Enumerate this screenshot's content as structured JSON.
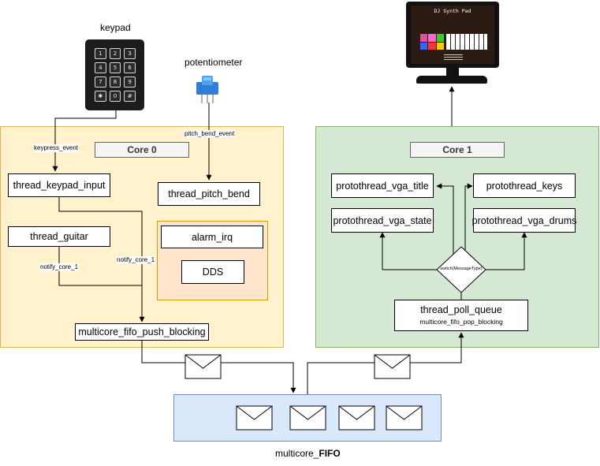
{
  "devices": {
    "keypad_label": "keypad",
    "keypad_keys": [
      "1",
      "2",
      "3",
      "4",
      "5",
      "6",
      "7",
      "8",
      "9",
      "✱",
      "0",
      "#"
    ],
    "potentiometer_label": "potentiometer",
    "monitor": {
      "title": "DJ Synth Pad",
      "colors": [
        "#e84d9a",
        "#ff66cc",
        "#33cc33",
        "#3366ff",
        "#ff3333",
        "#ffcc00"
      ]
    }
  },
  "core0": {
    "label": "Core 0",
    "keypress_event": "keypress_event",
    "pitch_bend_event": "pitch_bend_event",
    "thread_keypad_input": "thread_keypad_input",
    "thread_pitch_bend": "thread_pitch_bend",
    "thread_guitar": "thread_guitar",
    "alarm_irq": "alarm_irq",
    "dds": "DDS",
    "notify_core_1_a": "notify_core_1",
    "notify_core_1_b": "notify_core_1",
    "push": "multicore_fifo_push_blocking"
  },
  "core1": {
    "label": "Core 1",
    "vga_title": "protothread_vga_title",
    "keys": "protothread_keys",
    "vga_state": "protothread_vga_state",
    "vga_drums": "protothread_vga_drums",
    "switch": "switch(MessageType)",
    "poll_queue": "thread_poll_queue",
    "pop": "multicore_fifo_pop_blocking"
  },
  "fifo": {
    "label_prefix": "multicore_",
    "label_bold": "FIFO"
  },
  "colors": {
    "core0_fill": "#fff2cc",
    "core0_border": "#d6b656",
    "core1_fill": "#d5e8d4",
    "core1_border": "#82b366",
    "alarm_fill": "#ffe6cc",
    "alarm_border": "#d79b00",
    "fifo_fill": "#dae8fc",
    "fifo_border": "#6c8ebf"
  }
}
